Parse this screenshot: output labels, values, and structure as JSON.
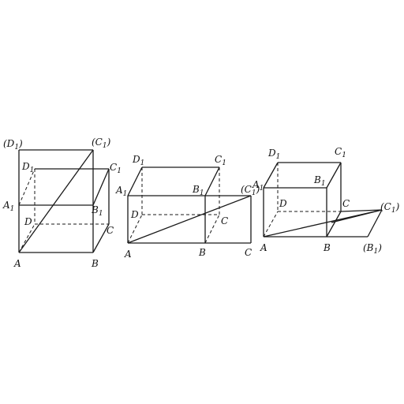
{
  "figures": [
    {
      "name": "cube-unfolded-up",
      "labels": {
        "D1_paren": "(D1)",
        "C1_paren": "(C1)",
        "D1": "D1",
        "C1": "C1",
        "A1": "A1",
        "B1": "B1",
        "D": "D",
        "C": "C",
        "A": "A",
        "B": "B"
      }
    },
    {
      "name": "cube-unfolded-right",
      "labels": {
        "D1": "D1",
        "C1": "C1",
        "A1": "A1",
        "B1": "B1",
        "C1_paren": "(C1)",
        "D": "D",
        "C_inner": "C",
        "A": "A",
        "B": "B",
        "C": "C"
      }
    },
    {
      "name": "cube-unfolded-down",
      "labels": {
        "D1": "D1",
        "C1": "C1",
        "A1": "A1",
        "B1": "B1",
        "D": "D",
        "C": "C",
        "C1_paren": "(C1)",
        "A": "A",
        "B": "B",
        "B1_paren": "(B1)"
      }
    }
  ]
}
